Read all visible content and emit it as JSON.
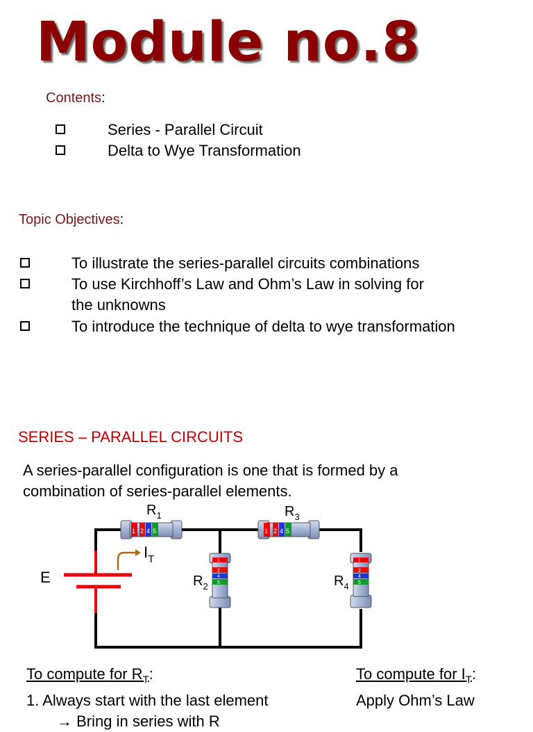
{
  "title": "Module no.8",
  "contents": {
    "label": "Contents",
    "items": [
      "Series - Parallel Circuit",
      "Delta to Wye Transformation"
    ]
  },
  "objectives": {
    "label": "Topic Objectives",
    "items": [
      "To illustrate the series-parallel circuits combinations",
      "To use Kirchhoff’s Law and Ohm’s Law in solving for",
      "the unknowns",
      "To introduce the technique of delta to wye transformation"
    ]
  },
  "section": {
    "heading": "SERIES – PARALLEL CIRCUITS",
    "para_line1": "A series-parallel configuration is one that is formed by a",
    "para_line2": "combination of series-parallel elements."
  },
  "circuit": {
    "source_label": "E",
    "current_label": "I",
    "current_sub": "T",
    "resistors": [
      {
        "label": "R",
        "sub": "1",
        "bands": [
          "1",
          "2",
          "4",
          "5"
        ]
      },
      {
        "label": "R",
        "sub": "2",
        "bands": [
          "1",
          "2",
          "4",
          "5"
        ]
      },
      {
        "label": "R",
        "sub": "3",
        "bands": [
          "1",
          "2",
          "4",
          "5"
        ]
      },
      {
        "label": "R",
        "sub": "4",
        "bands": [
          "1",
          "2",
          "4",
          "5"
        ]
      }
    ],
    "colors": {
      "wire": "#000000",
      "battery": "#e8000b",
      "body": "#a9b8d6",
      "arrow": "#b06a10"
    }
  },
  "compute_rt": {
    "label": "To compute for R",
    "sub": "T",
    "colon": ":",
    "step1": "1. Always start with the last element",
    "step2_partial": "→ Bring in series with R"
  },
  "compute_it": {
    "label": "To compute for I",
    "sub": "T",
    "colon": ":",
    "line1": "Apply Ohm’s Law"
  }
}
